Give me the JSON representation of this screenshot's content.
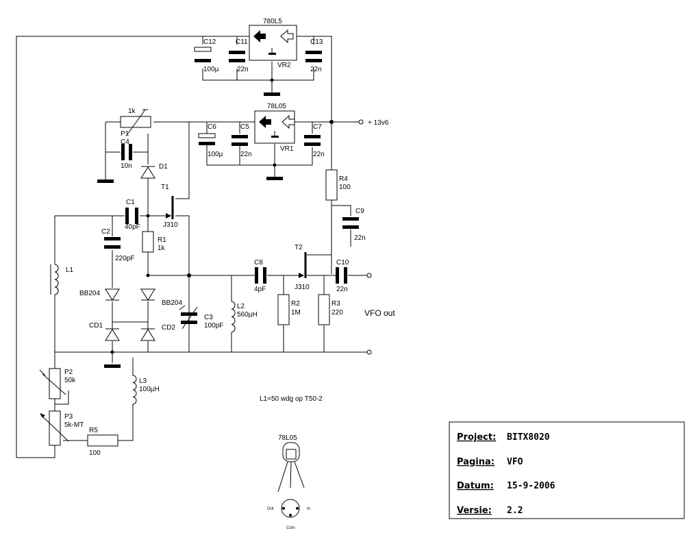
{
  "components": {
    "vr2_type": "780L5",
    "vr2": "VR2",
    "vr1_type": "78L05",
    "vr1": "VR1",
    "c12": "C12",
    "c12_val": "100µ",
    "c11": "C11",
    "c11_val": "22n",
    "c13": "C13",
    "c13_val": "22n",
    "c6": "C6",
    "c6_val": "100µ",
    "c5": "C5",
    "c5_val": "22n",
    "c7": "C7",
    "c7_val": "22n",
    "p1_val": "1k",
    "p1": "P1",
    "c4": "C4",
    "c4_val": "10n",
    "d1": "D1",
    "t1": "T1",
    "t1_type": "J310",
    "c1": "C1",
    "c1_val": "40pF",
    "c2": "C2",
    "c2_val": "220pF",
    "r1": "R1",
    "r1_val": "1k",
    "l1": "L1",
    "bb204_left": "BB204",
    "bb204_right": "BB204",
    "cd1": "CD1",
    "cd2": "CD2",
    "c3": "C3",
    "c3_val": "100pF",
    "l2": "L2",
    "l2_val": "560µH",
    "c8": "C8",
    "c8_val": "4pF",
    "r2": "R2",
    "r2_val": "1M",
    "t2": "T2",
    "t2_type": "J310",
    "r3": "R3",
    "r3_val": "220",
    "c10": "C10",
    "c10_val": "22n",
    "r4": "R4",
    "r4_val": "100",
    "c9": "C9",
    "c9_val": "22n",
    "supply": "+ 13v6",
    "vfo_out": "VFO out",
    "p2": "P2",
    "p2_val": "50k",
    "p3": "P3",
    "p3_val": "5k-MT",
    "l3": "L3",
    "l3_val": "100µH",
    "r5": "R5",
    "r5_val": "100"
  },
  "note": "L1=50 wdg op T50-2",
  "pinout": {
    "title": "78L05",
    "out": "Out",
    "in": "In",
    "com": "Com"
  },
  "title_block": {
    "project_label": "Project:",
    "project_value": "BITX8020",
    "page_label": "Pagina:",
    "page_value": "VFO",
    "date_label": "Datum:",
    "date_value": "15-9-2006",
    "version_label": "Versie:",
    "version_value": "2.2"
  }
}
